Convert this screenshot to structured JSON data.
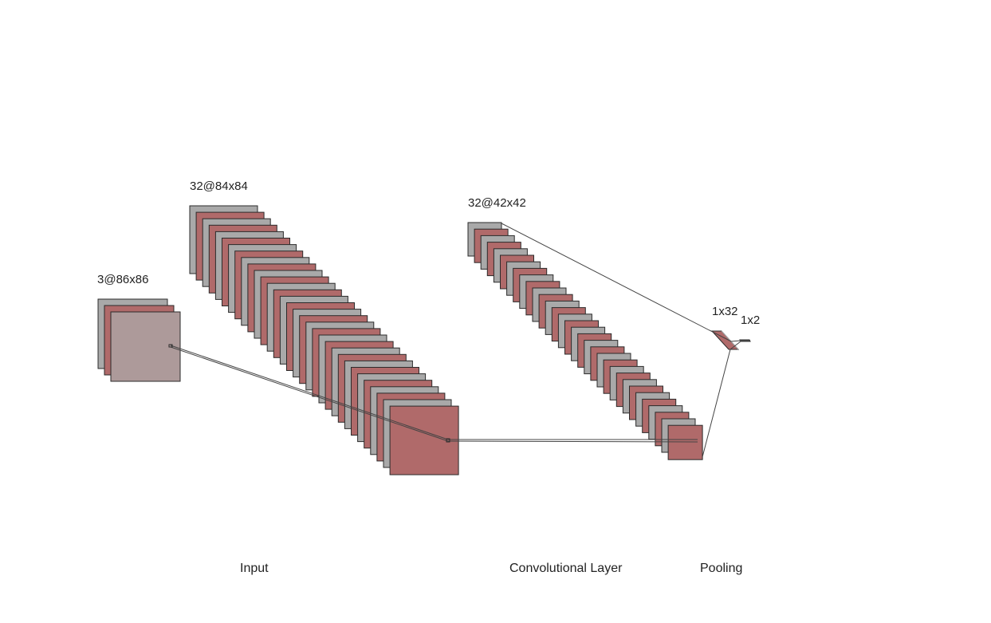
{
  "layers": {
    "input": {
      "label": "3@86x86",
      "maps": 3
    },
    "conv1": {
      "label": "32@84x84",
      "maps": 32
    },
    "pool1": {
      "label": "32@42x42",
      "maps": 32
    },
    "dense1": {
      "label": "1x32"
    },
    "output": {
      "label": "1x2"
    }
  },
  "captions": {
    "input": "Input",
    "conv": "Convolutional Layer",
    "pooling": "Pooling"
  },
  "colors": {
    "gray_map": "#a9a9a9",
    "red_map": "#b06a6a",
    "input_map": "#ad9a9a",
    "stroke": "#2b2b2b",
    "connector": "#444444"
  }
}
